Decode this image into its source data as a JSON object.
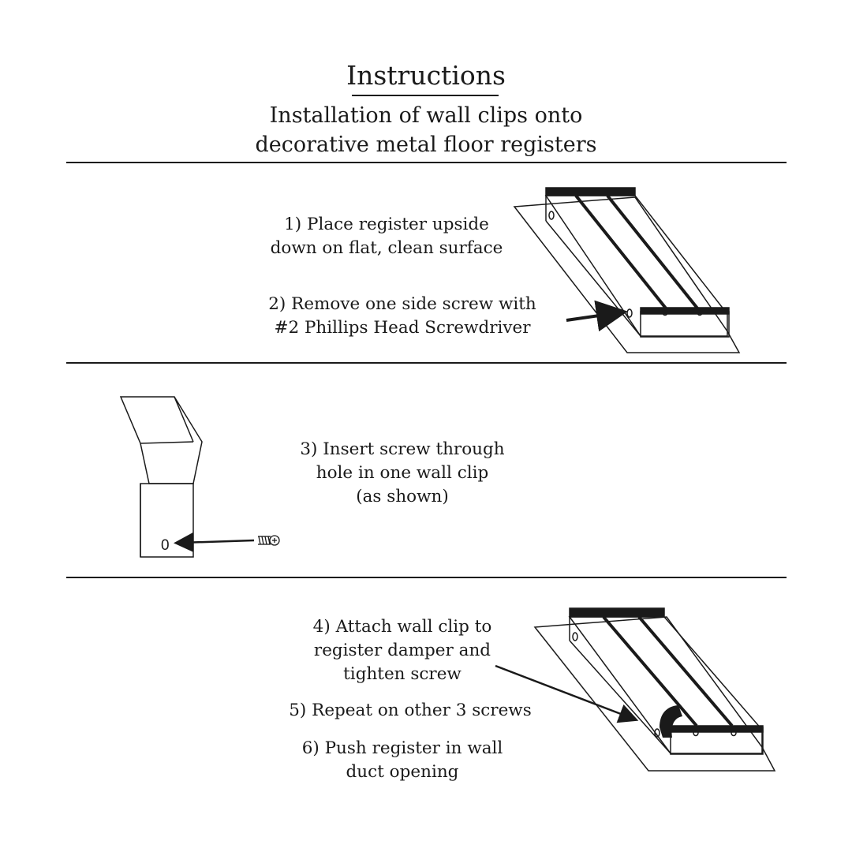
{
  "header": {
    "title": "Instructions",
    "subtitle_line1": "Installation of wall clips onto",
    "subtitle_line2": "decorative metal floor registers"
  },
  "steps": {
    "step1": {
      "line1": "1) Place register upside",
      "line2": "down on flat, clean surface"
    },
    "step2": {
      "line1": "2) Remove one side screw with",
      "line2": "#2 Phillips Head Screwdriver"
    },
    "step3": {
      "line1": "3) Insert screw through",
      "line2": "hole in one wall clip",
      "line3": "(as shown)"
    },
    "step4": {
      "line1": "4) Attach wall clip to",
      "line2": "register damper and",
      "line3": "tighten screw"
    },
    "step5": {
      "line1": "5) Repeat on other 3 screws"
    },
    "step6": {
      "line1": "6) Push register in wall",
      "line2": "duct opening"
    }
  },
  "diagram_labels": {
    "clip_hole_label": "0"
  }
}
